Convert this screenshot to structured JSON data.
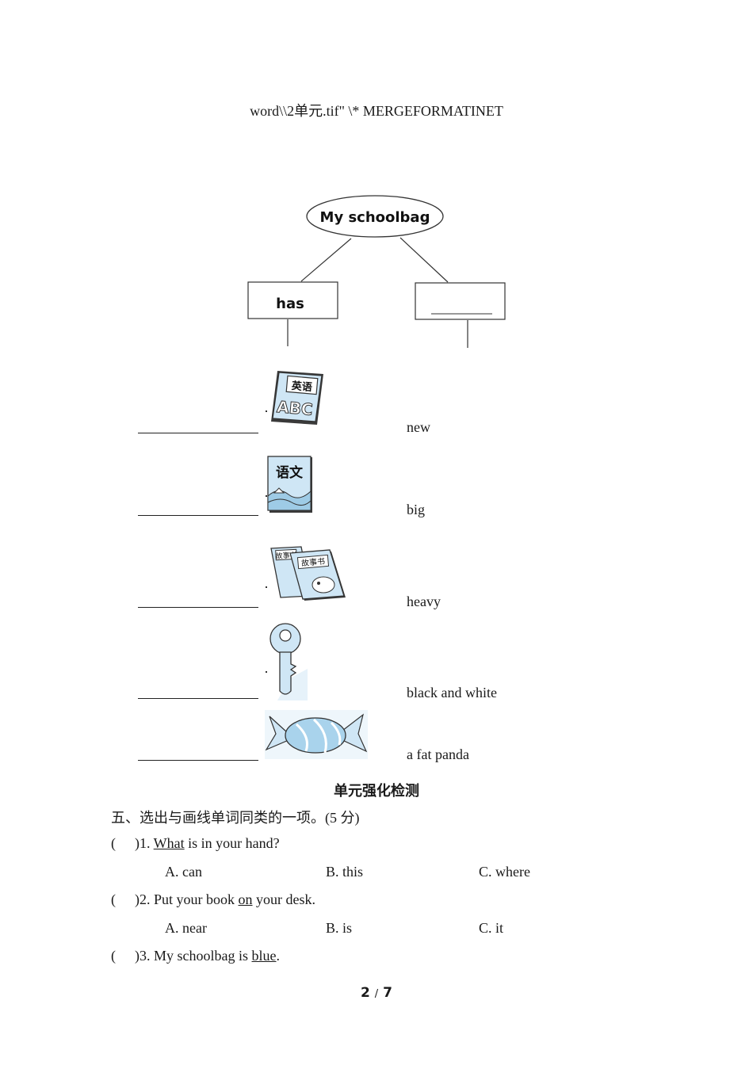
{
  "header": {
    "text": "word\\\\2单元.tif\" \\* MERGEFORMATINET"
  },
  "diagram": {
    "root": "My schoolbag",
    "left_box": "has",
    "right_box_blank": "________"
  },
  "rows": [
    {
      "blank": "",
      "image": "english-book-icon",
      "image_text": [
        "英语",
        "ABC"
      ],
      "word": "new"
    },
    {
      "blank": "",
      "image": "chinese-book-icon",
      "image_text": [
        "语文"
      ],
      "word": "big"
    },
    {
      "blank": "",
      "image": "storybooks-icon",
      "image_text": [
        "故事书",
        "故事书"
      ],
      "word": "heavy"
    },
    {
      "blank": "",
      "image": "key-icon",
      "image_text": [],
      "word": "black and white"
    },
    {
      "blank": "",
      "image": "candy-icon",
      "image_text": [],
      "word": "a fat panda"
    }
  ],
  "section": {
    "title": "单元强化检测",
    "instruction": "五、选出与画线单词同类的一项。(5 分)"
  },
  "questions": [
    {
      "paren": "(",
      "number": ")1. ",
      "underlined": "What",
      "after": " is in your hand?",
      "before": "",
      "options": [
        "A. can",
        "B. this",
        "C. where"
      ]
    },
    {
      "paren": "(",
      "number": ")2. ",
      "before": "Put your book ",
      "underlined": "on",
      "after": " your desk.",
      "options": [
        "A. near",
        "B. is",
        "C. it"
      ]
    },
    {
      "paren": "(",
      "number": ")3. ",
      "before": "My schoolbag is ",
      "underlined": "blue",
      "after": ".",
      "options": []
    }
  ],
  "page": {
    "current": "2",
    "separator": "/",
    "total": "7"
  },
  "colors": {
    "book_blue": "#cfe6f5",
    "ink": "#1a1a1a",
    "outline": "#3a3a3a"
  }
}
